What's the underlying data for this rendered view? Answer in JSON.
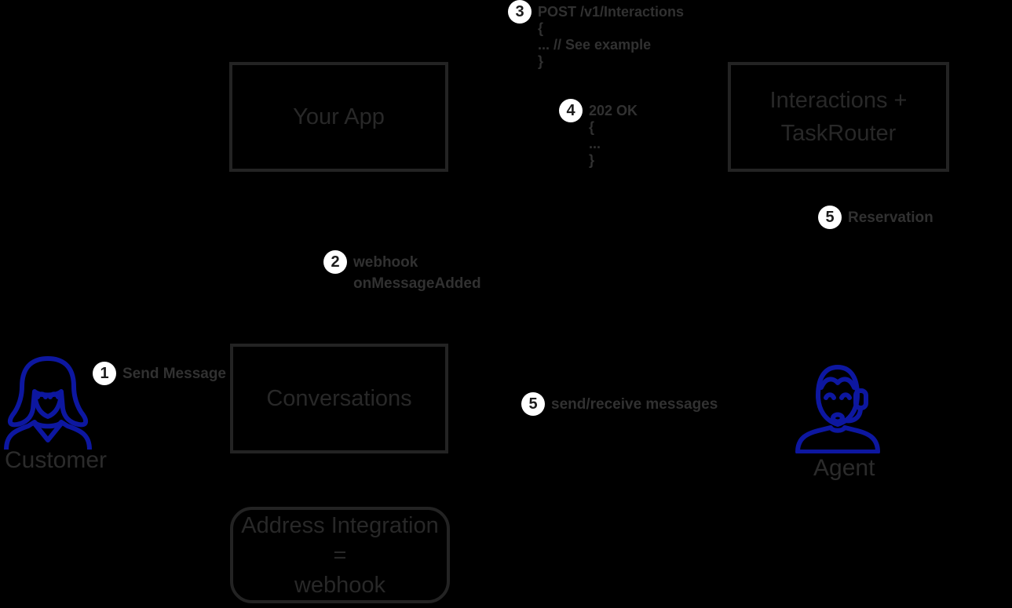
{
  "colors": {
    "background": "#000000",
    "box_border": "#232323",
    "box_text": "#282828",
    "step_text": "#313131",
    "circle_background": "#ffffff",
    "circle_number": "#1b1b1b",
    "actor_icon_blue": "#0d17a0",
    "actor_label": "#2b2b2b"
  },
  "boxes": {
    "your_app": {
      "label": "Your App"
    },
    "interactions_taskrouter": {
      "lines": [
        "Interactions +",
        "TaskRouter"
      ]
    },
    "conversations": {
      "label": "Conversations"
    },
    "address_integration": {
      "lines": [
        "Address Integration =",
        "webhook"
      ]
    }
  },
  "steps": {
    "send_message": {
      "number": "1",
      "lines": [
        "Send Message"
      ]
    },
    "webhook_on_message_added": {
      "number": "2",
      "lines": [
        "webhook",
        "onMessageAdded"
      ]
    },
    "post_interactions": {
      "number": "3",
      "lines": [
        "POST /v1/Interactions",
        "{",
        "... // See example",
        "}"
      ]
    },
    "ok_202": {
      "number": "4",
      "lines": [
        "202 OK",
        "{",
        "...",
        "}"
      ]
    },
    "reservation": {
      "number": "5",
      "lines": [
        "Reservation"
      ]
    },
    "send_receive_messages": {
      "number": "5",
      "lines": [
        "send/receive messages"
      ]
    }
  },
  "actors": {
    "customer": {
      "label": "Customer"
    },
    "agent": {
      "label": "Agent"
    }
  }
}
